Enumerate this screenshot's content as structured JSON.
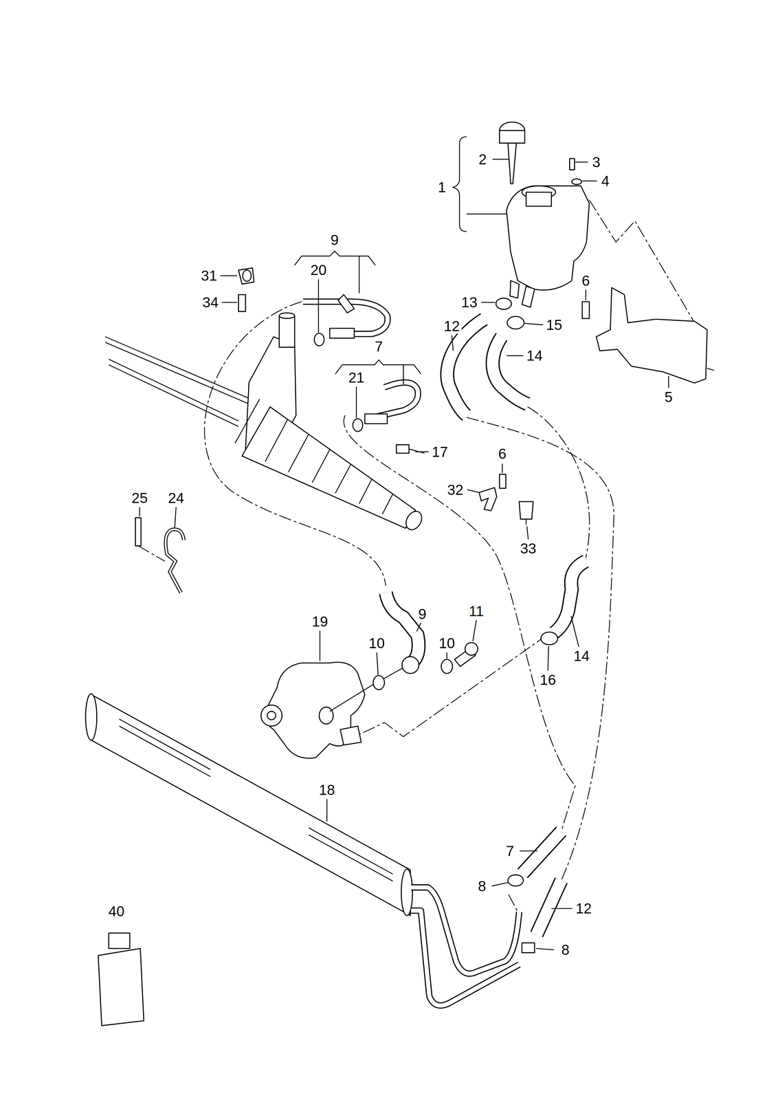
{
  "diagram": {
    "labels": [
      "2",
      "3",
      "1",
      "4",
      "9",
      "31",
      "20",
      "6",
      "34",
      "13",
      "15",
      "12",
      "7",
      "14",
      "21",
      "5",
      "17",
      "6",
      "32",
      "25",
      "24",
      "33",
      "11",
      "9",
      "19",
      "10",
      "10",
      "14",
      "16",
      "18",
      "7",
      "8",
      "12",
      "40",
      "8"
    ]
  }
}
